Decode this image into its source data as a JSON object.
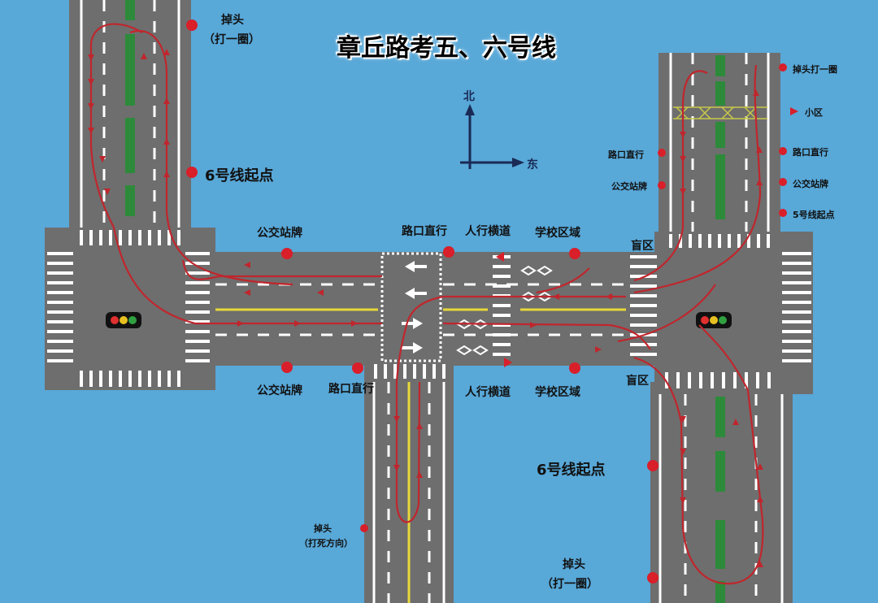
{
  "title": "章丘路考五、六号线",
  "compass": {
    "north": "北",
    "east": "东"
  },
  "labels": {
    "tl_uturn_1": "掉头",
    "tl_uturn_2": "（打一圈）",
    "tl_start": "6号线起点",
    "bus_top": "公交站牌",
    "straight_top": "路口直行",
    "crosswalk_top": "人行横道",
    "school_top": "学校区域",
    "blind_top": "盲区",
    "bus_bottom": "公交站牌",
    "straight_bottom": "路口直行",
    "crosswalk_bottom": "人行横道",
    "school_bottom": "学校区域",
    "blind_bottom": "盲区",
    "bottom_uturn_1": "掉头",
    "bottom_uturn_2": "（打死方向）",
    "r_uturn": "掉头打一圈",
    "r_community": "小区",
    "r_straight_left": "路口直行",
    "r_straight_right": "路口直行",
    "r_bus_left": "公交站牌",
    "r_bus_right": "公交站牌",
    "r_start5": "5号线起点",
    "br_start6": "6号线起点",
    "br_uturn_1": "掉头",
    "br_uturn_2": "（打一圈）"
  },
  "colors": {
    "background": "#58a8d8",
    "road": "#6e6e6e",
    "marker": "#d81f2a",
    "median": "#2d8a3a",
    "center_line": "#e8d83a"
  }
}
